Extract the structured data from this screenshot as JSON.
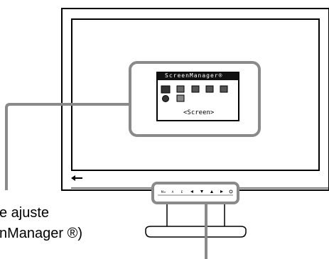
{
  "osd": {
    "title": "ScreenManager®",
    "selected_label": "<Screen>",
    "icons_row1": [
      "screen-icon",
      "color-icon",
      "sound-icon",
      "powermanager-icon",
      "others-icon"
    ],
    "icons_row2": [
      "information-icon",
      "language-icon"
    ]
  },
  "callout": {
    "line1": "e ajuste",
    "line2": "nManager ®)"
  },
  "control_panel": {
    "buttons": [
      "mode-button",
      "auto-button",
      "enter-button",
      "left-button",
      "down-button",
      "up-button",
      "right-button",
      "power-button"
    ]
  },
  "colors": {
    "callout_gray": "#8a8a8a",
    "osd_title_bar": "#111111"
  }
}
